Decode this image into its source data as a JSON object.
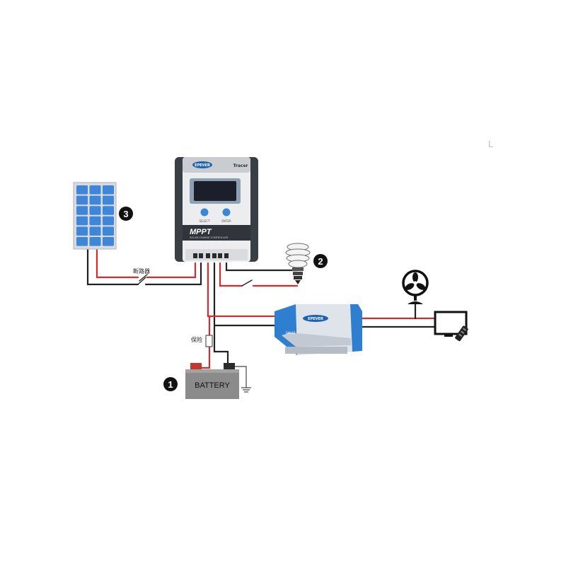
{
  "controller": {
    "brand": "EPEVER",
    "model": "Tracer",
    "type": "MPPT",
    "subtitle": "SOLAR CHARGE CONTROLLER",
    "button_left": "SELECT",
    "button_right": "ENTER"
  },
  "inverter": {
    "brand": "EPEVER",
    "model": "SHI-SS"
  },
  "battery": {
    "label": "BATTERY"
  },
  "labels": {
    "breaker": "断路器",
    "fuse": "保险",
    "marker_1": "1",
    "marker_2": "2",
    "marker_3": "3",
    "stray": "L"
  },
  "colors": {
    "positive_wire": "#d62c2c",
    "negative_wire": "#222222",
    "panel_cell": "#3f86d8",
    "inverter_accent": "#2f7fd0"
  },
  "icons": [
    "solar-panel-icon",
    "light-bulb-icon",
    "fan-icon",
    "tv-icon",
    "remote-icon",
    "ground-icon"
  ]
}
